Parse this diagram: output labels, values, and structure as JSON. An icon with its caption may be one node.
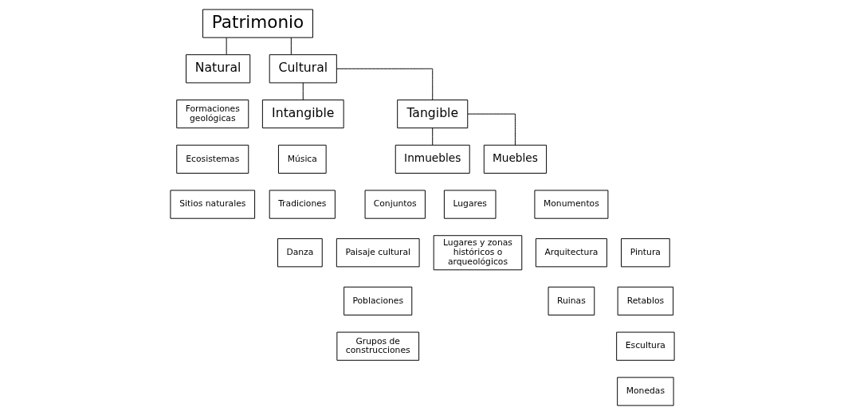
{
  "diagram": {
    "nodes": [
      {
        "text": [
          "Patrimonio"
        ]
      },
      {
        "text": [
          "Natural"
        ]
      },
      {
        "text": [
          "Cultural"
        ]
      },
      {
        "text": [
          "Formaciones geológicas"
        ]
      },
      {
        "text": [
          "Ecosistemas"
        ]
      },
      {
        "text": [
          "Sitios naturales"
        ]
      },
      {
        "text": [
          "Intangible"
        ]
      },
      {
        "text": [
          "Tangible"
        ]
      },
      {
        "text": [
          "Música"
        ]
      },
      {
        "text": [
          "Tradiciones"
        ]
      },
      {
        "text": [
          "Danza"
        ]
      },
      {
        "text": [
          "Inmuebles"
        ]
      },
      {
        "text": [
          "Muebles"
        ]
      },
      {
        "text": [
          "Conjuntos"
        ]
      },
      {
        "text": [
          "Lugares"
        ]
      },
      {
        "text": [
          "Monumentos"
        ]
      },
      {
        "text": [
          "Paisaje cultural"
        ]
      },
      {
        "text": [
          "Poblaciones"
        ]
      },
      {
        "text": [
          "Grupos de construcciones"
        ]
      },
      {
        "text": [
          "Lugares y zonas históricos o arqueológicos"
        ]
      },
      {
        "text": [
          "Arquitectura"
        ]
      },
      {
        "text": [
          "Pintura"
        ]
      },
      {
        "text": [
          "Ruinas"
        ]
      },
      {
        "text": [
          "Retablos"
        ]
      },
      {
        "text": [
          "Escultura"
        ]
      },
      {
        "text": [
          "Monedas"
        ]
      }
    ],
    "edges": [
      {
        "from": 0,
        "to": 1,
        "arrow": "none"
      },
      {
        "from": 0,
        "to": 2,
        "arrow": "none"
      },
      {
        "from": 2,
        "to": 6,
        "arrow": "none"
      },
      {
        "from": 2,
        "to": 7,
        "arrow": "none"
      },
      {
        "from": 7,
        "to": 11,
        "arrow": "none"
      },
      {
        "from": 7,
        "to": 12,
        "arrow": "none"
      }
    ]
  }
}
